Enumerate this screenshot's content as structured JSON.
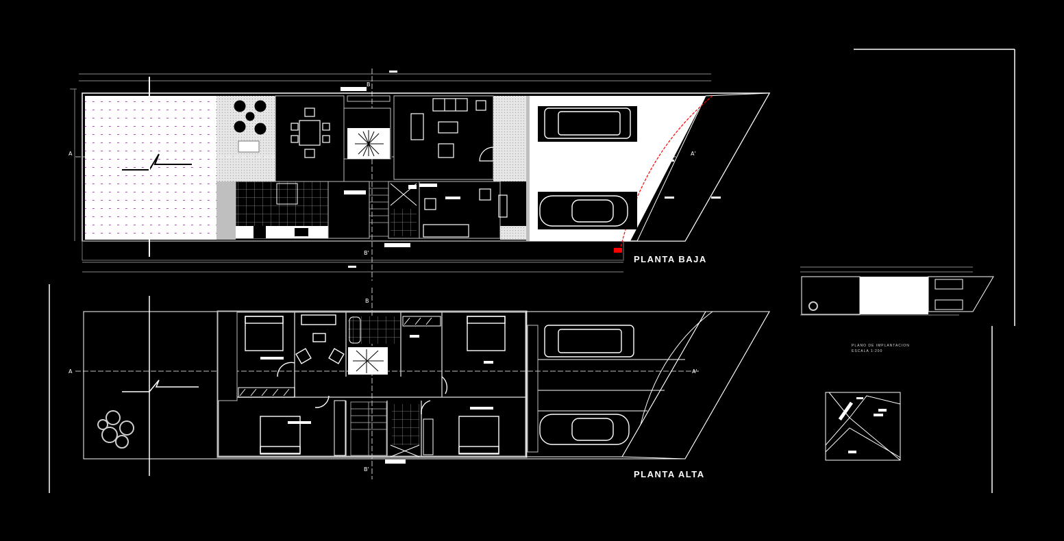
{
  "drawing": {
    "ground_floor_title": "PLANTA BAJA",
    "upper_floor_title": "PLANTA ALTA",
    "site_plan_title": "PLANO DE IMPLANTACION",
    "site_plan_scale": "ESCALA 1:200",
    "section_marks": {
      "a_start": "A",
      "a_end": "A'",
      "b_start": "B",
      "b_end": "B'"
    }
  },
  "colors": {
    "background": "#000000",
    "lines": "#ffffff",
    "walls": "#bfbfbf",
    "dims": "#8a8a8a",
    "accent": "#ff0000",
    "hatch": "#d9d9d9"
  }
}
